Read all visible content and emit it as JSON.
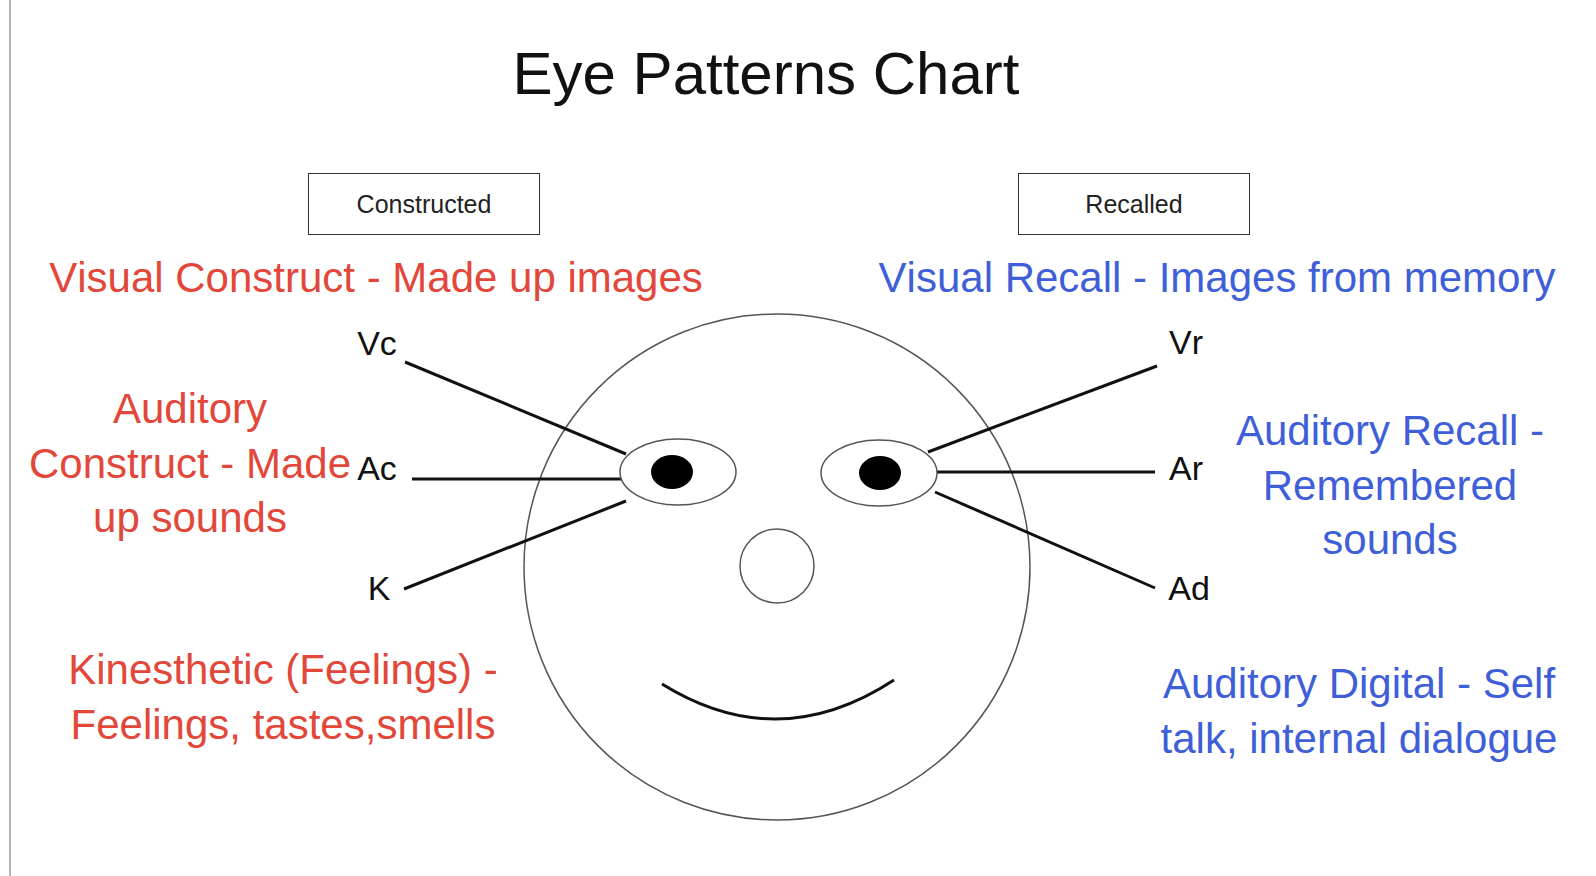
{
  "diagram": {
    "title": "Eye Patterns Chart",
    "nodes": [
      {
        "text": [
          "Constructed"
        ]
      },
      {
        "text": [
          "Recalled"
        ]
      }
    ],
    "labels": [
      "Visual Construct - Made up images",
      "Visual Recall - Images from memory",
      "Vc",
      "Vr",
      "Auditory Construct - Made up sounds",
      "Ac",
      "Ar",
      "Auditory Recall - Remembered sounds",
      "K",
      "Ad",
      "Kinesthetic (Feelings) - Feelings, tastes,smells",
      "Auditory Digital - Self talk, internal dialogue"
    ]
  }
}
